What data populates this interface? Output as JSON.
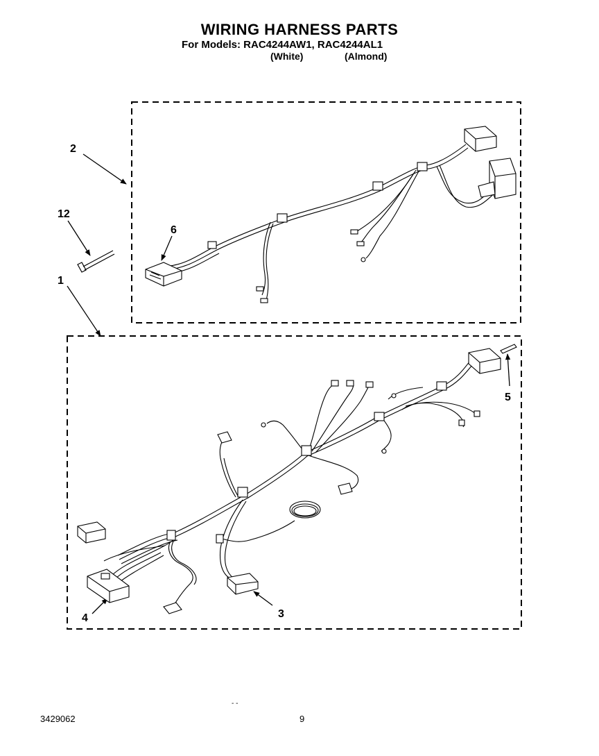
{
  "title": "WIRING HARNESS PARTS",
  "subtitle": "For Models: RAC4244AW1, RAC4244AL1",
  "model_colors": [
    "(White)",
    "(Almond)"
  ],
  "callouts": [
    "1",
    "2",
    "3",
    "4",
    "5",
    "6",
    "12"
  ],
  "footer": {
    "part_number": "3429062",
    "page": "9",
    "marks": "- -"
  }
}
